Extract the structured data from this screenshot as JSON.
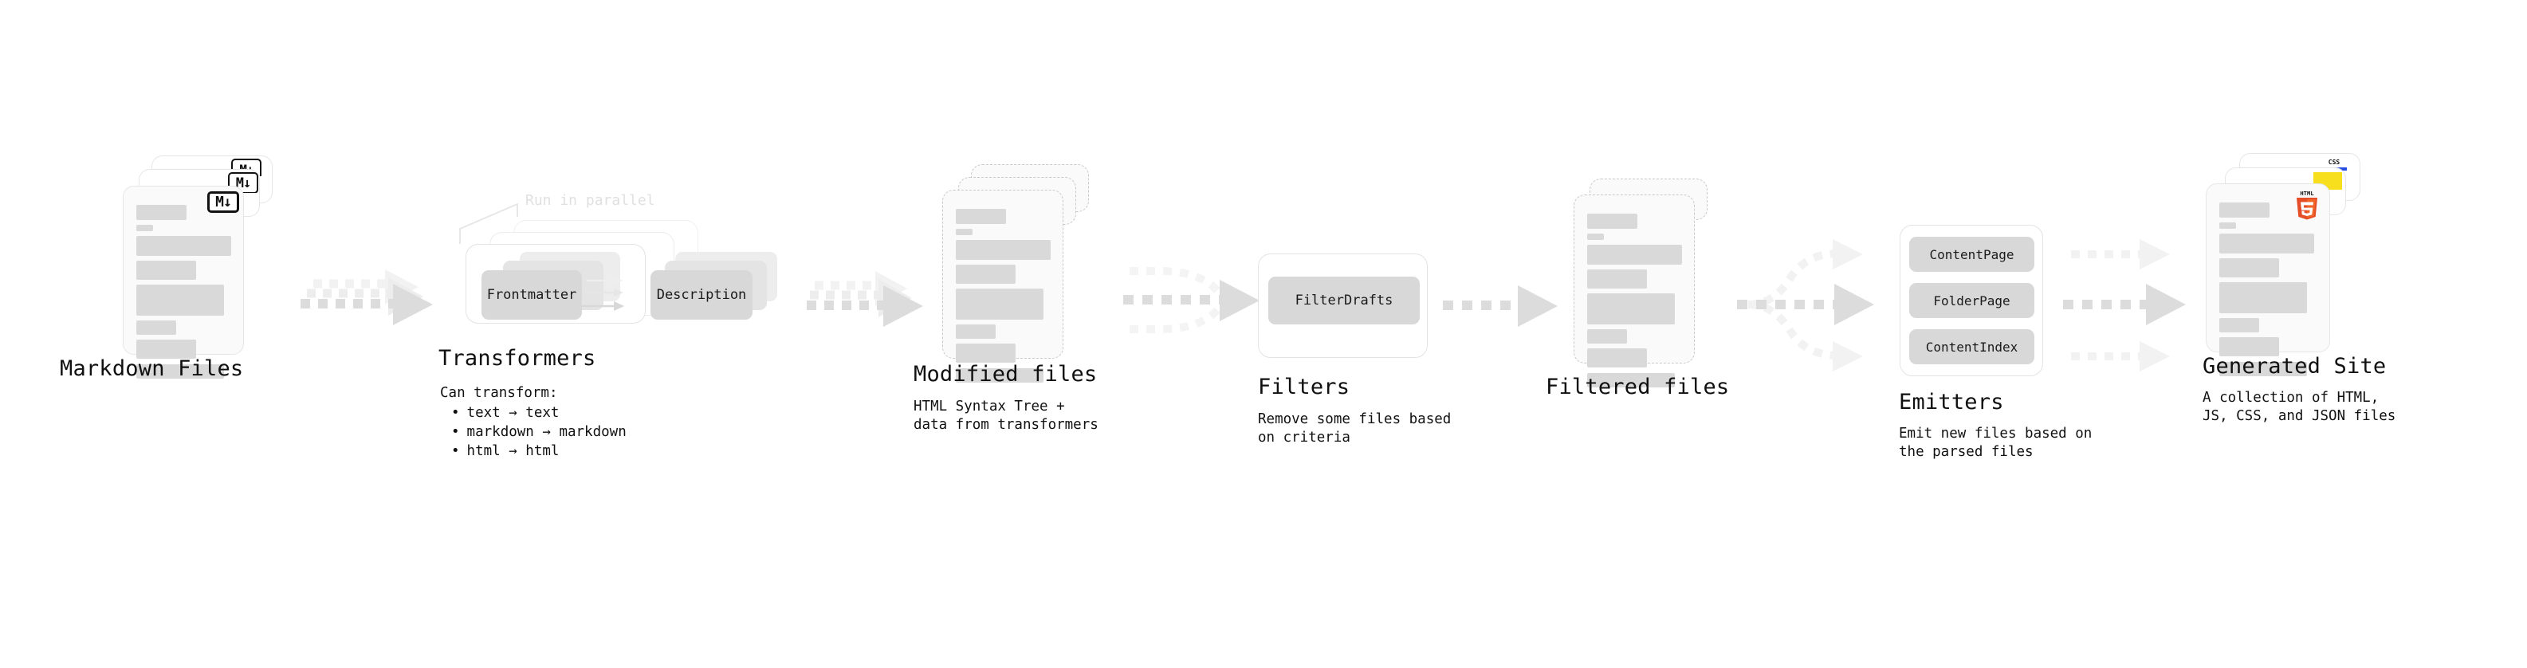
{
  "diagram": {
    "title_font_color": "#101010",
    "accent_colors": {
      "bar": "#d9d9d9",
      "chip": "#d8d8d8",
      "arrow": "#d6d6d6",
      "html5": "#e44d26",
      "js": "#f7df1e",
      "css": "#264de4"
    },
    "stages": [
      {
        "id": "markdown-files",
        "title": "Markdown Files",
        "subtitle": "",
        "badge": "markdown-icon",
        "badge_text": "M↓"
      },
      {
        "id": "transformers",
        "title": "Transformers",
        "note": "Run in parallel",
        "chips": [
          "Frontmatter",
          "Description"
        ],
        "bullets_head": "Can transform:",
        "bullets": [
          "text → text",
          "markdown → markdown",
          "html → html"
        ]
      },
      {
        "id": "modified-files",
        "title": "Modified files",
        "subtitle_line1": "HTML Syntax Tree +",
        "subtitle_line2": "data from transformers"
      },
      {
        "id": "filters",
        "title": "Filters",
        "chips": [
          "FilterDrafts"
        ],
        "subtitle_line1": "Remove some files based",
        "subtitle_line2": "on criteria"
      },
      {
        "id": "filtered-files",
        "title": "Filtered files",
        "subtitle_line1": "",
        "subtitle_line2": ""
      },
      {
        "id": "emitters",
        "title": "Emitters",
        "chips": [
          "ContentPage",
          "FolderPage",
          "ContentIndex"
        ],
        "subtitle_line1": "Emit new files based on",
        "subtitle_line2": "the parsed files"
      },
      {
        "id": "generated-site",
        "title": "Generated Site",
        "subtitle_line1": "A collection of HTML,",
        "subtitle_line2": "JS, CSS, and JSON files",
        "badges": [
          "html5-icon",
          "js-icon",
          "css-icon"
        ],
        "html5_label": "HTML",
        "html5_digit": "5",
        "css_label": "CSS"
      }
    ]
  }
}
